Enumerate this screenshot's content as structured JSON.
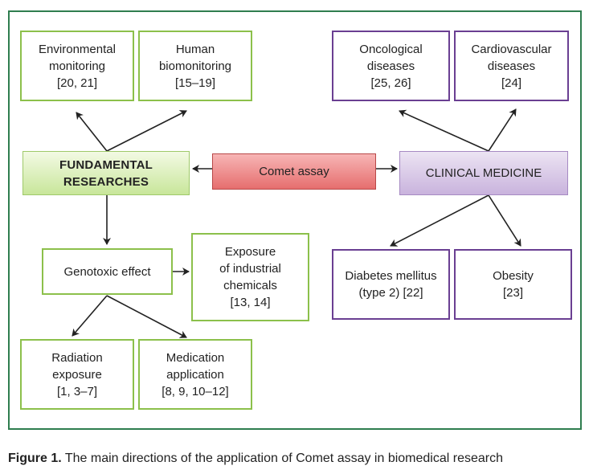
{
  "nodes": {
    "environmental": "Environmental\nmonitoring\n[20, 21]",
    "human_bio": "Human\nbiomonitoring\n[15–19]",
    "oncological": "Oncological\ndiseases\n[25, 26]",
    "cardiovascular": "Cardiovascular\ndiseases\n[24]",
    "fundamental": "FUNDAMENTAL\nRESEARCHES",
    "comet": "Comet assay",
    "clinical": "CLINICAL MEDICINE",
    "genotoxic": "Genotoxic effect",
    "industrial": "Exposure\nof industrial\nchemicals\n[13, 14]",
    "diabetes": "Diabetes mellitus\n(type 2) [22]",
    "obesity": "Obesity\n[23]",
    "radiation": "Radiation\nexposure\n[1, 3–7]",
    "medication": "Medication\napplication\n[8, 9, 10–12]"
  },
  "caption": {
    "label": "Figure 1.",
    "text": " The main directions of the application of Comet assay in biomedical research"
  },
  "colors": {
    "frame": "#2f7d4f",
    "green_border": "#8cc04b",
    "purple_border": "#6a3f92",
    "comet_fill": "#e66e6e",
    "arrow": "#222222"
  }
}
